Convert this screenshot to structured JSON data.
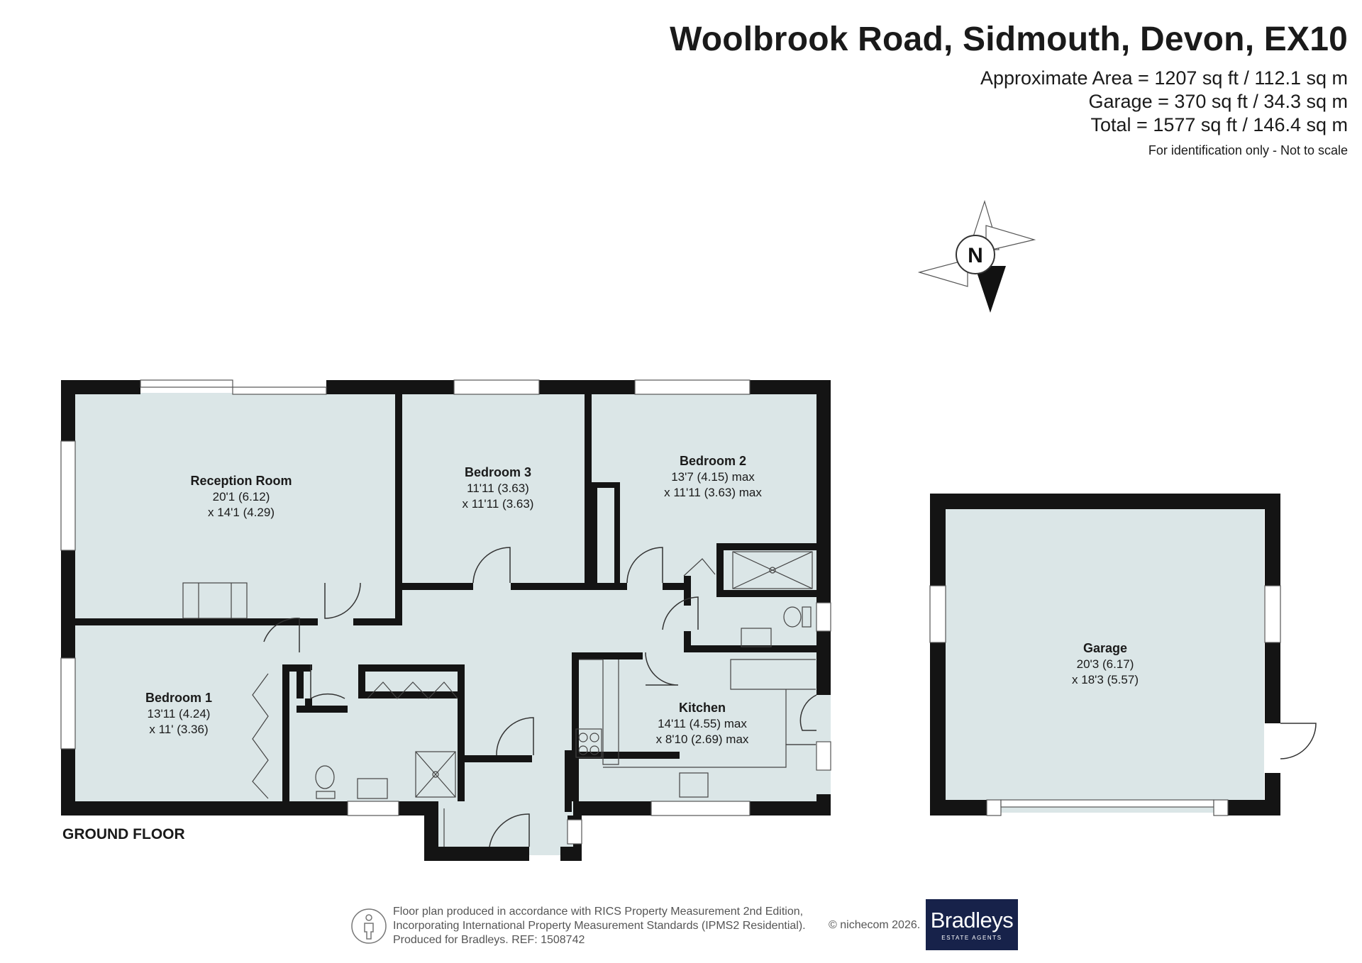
{
  "header": {
    "title": "Woolbrook Road, Sidmouth, Devon, EX10",
    "approximate_area": "Approximate Area = 1207 sq ft / 112.1 sq m",
    "garage_area": "Garage = 370 sq ft / 34.3 sq m",
    "total_area": "Total = 1577 sq ft / 146.4 sq m",
    "disclaimer": "For identification only - Not to scale"
  },
  "compass": {
    "label": "N"
  },
  "rooms": {
    "reception": {
      "name": "Reception Room",
      "dim1": "20'1 (6.12)",
      "dim2": "x 14'1 (4.29)"
    },
    "bedroom3": {
      "name": "Bedroom 3",
      "dim1": "11'11 (3.63)",
      "dim2": "x 11'11 (3.63)"
    },
    "bedroom2": {
      "name": "Bedroom 2",
      "dim1": "13'7 (4.15) max",
      "dim2": "x 11'11 (3.63) max"
    },
    "bedroom1": {
      "name": "Bedroom 1",
      "dim1": "13'11 (4.24)",
      "dim2": "x 11' (3.36)"
    },
    "kitchen": {
      "name": "Kitchen",
      "dim1": "14'11 (4.55) max",
      "dim2": "x 8'10 (2.69) max"
    },
    "garage": {
      "name": "Garage",
      "dim1": "20'3 (6.17)",
      "dim2": "x 18'3 (5.57)"
    }
  },
  "floor_label": "GROUND FLOOR",
  "footer": {
    "line1": "Floor plan produced in accordance with RICS Property Measurement 2nd Edition,",
    "line2": "Incorporating International Property Measurement Standards (IPMS2 Residential).",
    "line3": "Produced for Bradleys.   REF: 1508742",
    "copyright": "© nichecom 2026.",
    "logo_name": "Bradleys",
    "logo_sub": "ESTATE AGENTS"
  },
  "colors": {
    "room_fill": "#dbe6e7",
    "wall": "#141414",
    "logo_bg": "#17224a"
  }
}
